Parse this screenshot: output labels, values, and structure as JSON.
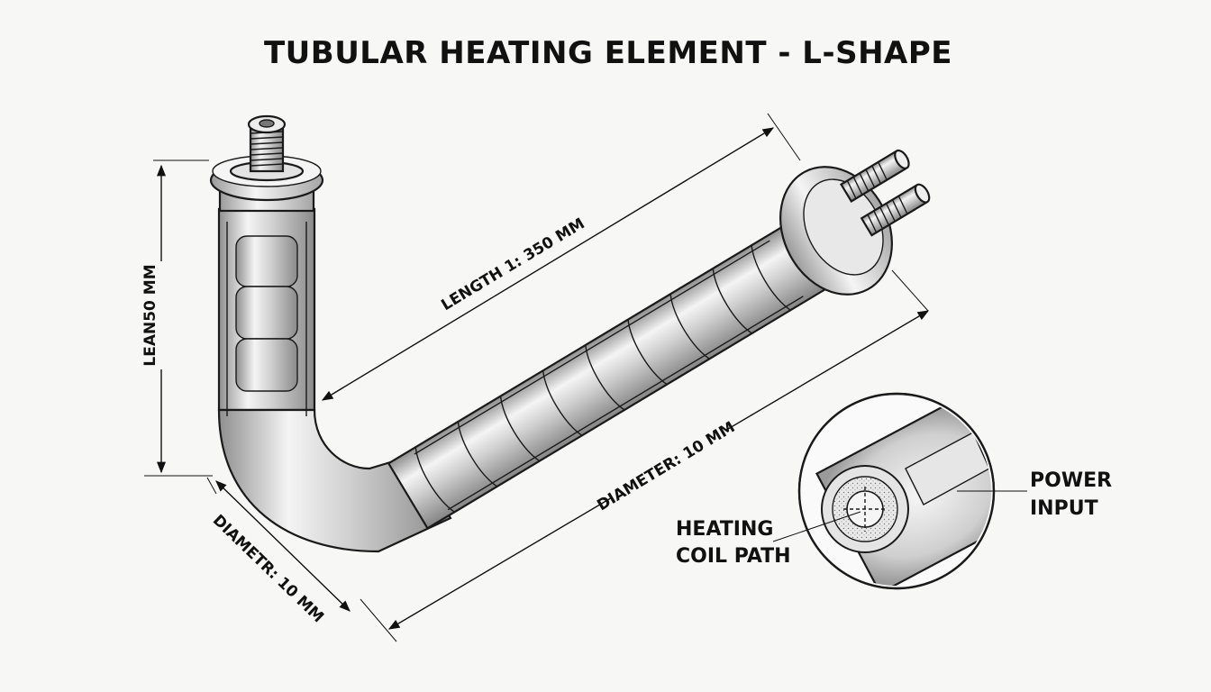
{
  "title": "TUBULAR HEATING ELEMENT - L-SHAPE",
  "dimensions": {
    "vertical_leg": "LEAN50 MM",
    "horizontal_length": "LENGTH 1: 350 MM",
    "diameter_long": "DIAMETER: 10 MM",
    "diameter_bend": "DIAMETR: 10 MM"
  },
  "callouts": {
    "heating_coil_line1": "HEATING",
    "heating_coil_line2": "COIL PATH",
    "power_input_line1": "POWER",
    "power_input_line2": "INPUT"
  },
  "colors": {
    "metal_light": "#f2f2f2",
    "metal_mid": "#c4c4c4",
    "metal_dark": "#8d8d8d",
    "ink": "#111111"
  }
}
